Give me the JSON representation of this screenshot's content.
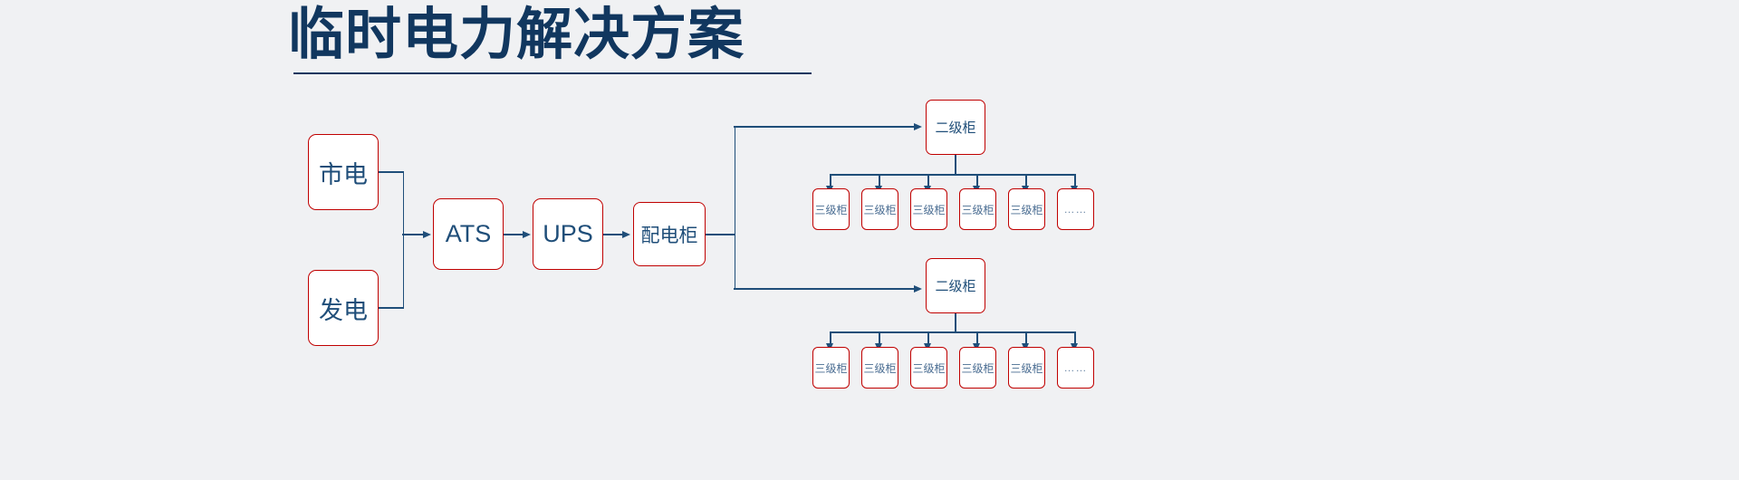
{
  "slide": {
    "background_color": "#f0f1f3",
    "title": "临时电力解决方案",
    "title_color": "#11375f",
    "accent_color": "#c00000",
    "connector_color": "#1f4e79"
  },
  "diagram": {
    "sources": [
      {
        "label": "市电"
      },
      {
        "label": "发电"
      }
    ],
    "chain": [
      {
        "label": "ATS"
      },
      {
        "label": "UPS"
      },
      {
        "label": "配电柜"
      }
    ],
    "branches": [
      {
        "label": "二级柜",
        "children": [
          {
            "label": "三级柜"
          },
          {
            "label": "三级柜"
          },
          {
            "label": "三级柜"
          },
          {
            "label": "三级柜"
          },
          {
            "label": "三级柜"
          },
          {
            "label": "……"
          }
        ]
      },
      {
        "label": "二级柜",
        "children": [
          {
            "label": "三级柜"
          },
          {
            "label": "三级柜"
          },
          {
            "label": "三级柜"
          },
          {
            "label": "三级柜"
          },
          {
            "label": "三级柜"
          },
          {
            "label": "……"
          }
        ]
      }
    ]
  }
}
